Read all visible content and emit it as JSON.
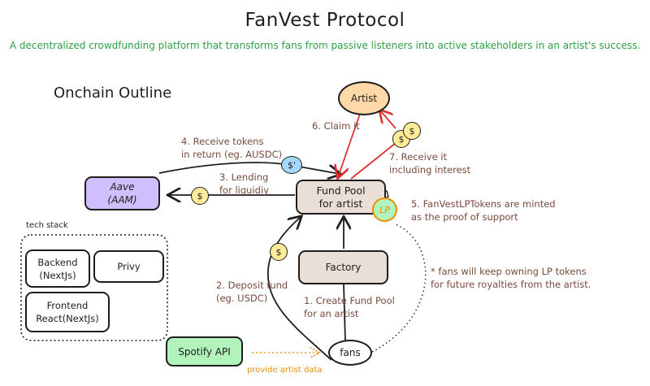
{
  "header": {
    "title": "FanVest Protocol",
    "subtitle": "A decentralized crowdfunding platform that transforms fans from passive listeners into active stakeholders in an artist's success."
  },
  "section_title": "Onchain Outline",
  "nodes": {
    "artist": "Artist",
    "fund_pool": "Fund Pool\nfor artist",
    "aave": "Aave\n(AAM)",
    "factory": "Factory",
    "fans": "fans",
    "spotify": "Spotify API"
  },
  "tokens": {
    "dollar": "$",
    "atoken": "$'",
    "lp": "LP"
  },
  "steps": {
    "step1": "1. Create Fund Pool\nfor an artist",
    "step2": "2. Deposit fund\n(eg. USDC)",
    "step3": "3. Lending\nfor liquidiy",
    "step4": "4. Receive tokens\nin return (eg. AUSDC)",
    "step5": "5. FanVestLPTokens are minted\nas the proof of support",
    "step6": "6. Claim it",
    "step7": "7. Receive it\nincluding interest"
  },
  "footnote": "* fans will keep owning LP tokens\nfor future royalties from the artist.",
  "spotify_edge_label": "provide artist data",
  "tech_stack": {
    "label": "tech stack",
    "items": [
      "Backend\n(NextJs)",
      "Privy",
      "Frontend\nReact(NextJs)"
    ]
  },
  "colors": {
    "artist": "#ffd8a8",
    "fund_pool": "#e9dfd7",
    "aave": "#d0bfff",
    "factory": "#e9dfd7",
    "spotify": "#b2f2bb",
    "coin": "#ffec99",
    "atoken": "#a5d8ff",
    "lp": "#b2f2bb",
    "lp_border": "#f08c00",
    "red_arrow": "#e03131",
    "subtitle": "#2f9e44",
    "note": "#7a4a3c"
  }
}
